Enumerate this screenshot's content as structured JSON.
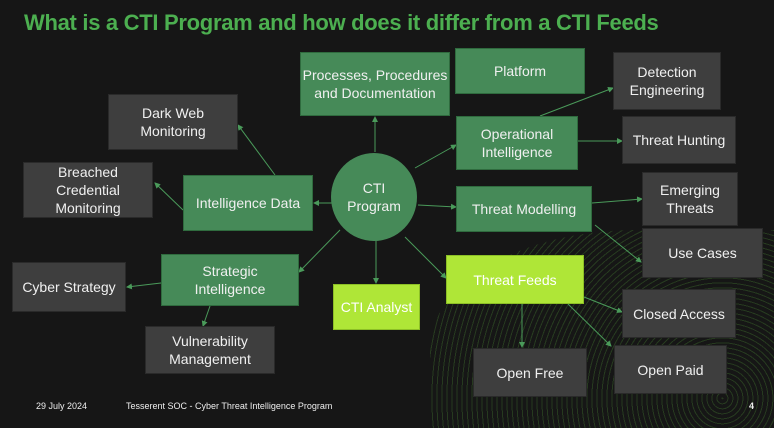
{
  "title": "What is a CTI Program and how does it differ from a CTI Feeds",
  "center": "CTI Program",
  "nodes": {
    "processes": "Processes, Procedures and Documentation",
    "platform": "Platform",
    "detection": "Detection Engineering",
    "dark_web": "Dark Web Monitoring",
    "operational": "Operational Intelligence",
    "threat_hunting": "Threat Hunting",
    "breached": "Breached Credential Monitoring",
    "intel_data": "Intelligence Data",
    "threat_modelling": "Threat Modelling",
    "emerging": "Emerging Threats",
    "use_cases": "Use Cases",
    "strategic": "Strategic Intelligence",
    "cyber_strategy": "Cyber Strategy",
    "cti_analyst": "CTI Analyst",
    "threat_feeds": "Threat Feeds",
    "closed_access": "Closed Access",
    "vuln_mgmt": "Vulnerability Management",
    "open_free": "Open Free",
    "open_paid": "Open Paid"
  },
  "footer": {
    "date": "29 July 2024",
    "caption": "Tesserent SOC - Cyber Threat Intelligence Program",
    "page": "4"
  },
  "colors": {
    "green": "#468a58",
    "lime": "#afe637",
    "dark": "#3e3e3e",
    "title": "#4caf50"
  }
}
